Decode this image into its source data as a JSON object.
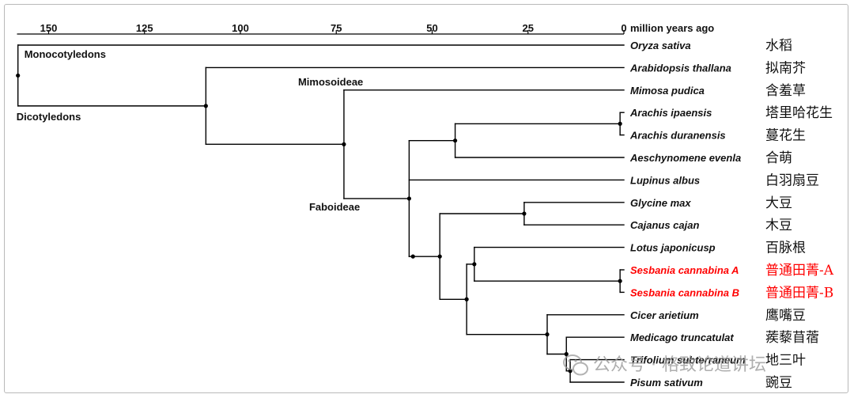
{
  "axis": {
    "ticks": [
      150,
      125,
      100,
      75,
      50,
      25,
      0
    ],
    "unit_label": "million years ago"
  },
  "clade_labels": {
    "monocot": "Monocotyledons",
    "dicot": "Dicotyledons",
    "mimosoideae": "Mimosoideae",
    "faboideae": "Faboideae"
  },
  "taxa": [
    {
      "latin": "Oryza sativa",
      "chinese": "水稻"
    },
    {
      "latin": "Arabidopsis thallana",
      "chinese": "拟南芥"
    },
    {
      "latin": "Mimosa pudica",
      "chinese": "含羞草"
    },
    {
      "latin": "Arachis ipaensis",
      "chinese": "塔里哈花生"
    },
    {
      "latin": "Arachis duranensis",
      "chinese": "蔓花生"
    },
    {
      "latin": "Aeschynomene evenla",
      "chinese": "合萌"
    },
    {
      "latin": "Lupinus albus",
      "chinese": "白羽扇豆"
    },
    {
      "latin": "Glycine max",
      "chinese": "大豆"
    },
    {
      "latin": "Cajanus cajan",
      "chinese": "木豆"
    },
    {
      "latin": "Lotus japonicusp",
      "chinese": "百脉根"
    },
    {
      "latin": "Sesbania cannabina A",
      "chinese": "普通田菁-A",
      "highlight": true
    },
    {
      "latin": "Sesbania cannabina B",
      "chinese": "普通田菁-B",
      "highlight": true
    },
    {
      "latin": "Cicer arietium",
      "chinese": "鹰嘴豆"
    },
    {
      "latin": "Medicago truncatulat",
      "chinese": "蒺藜苜蓿"
    },
    {
      "latin": "Trifolium subterraneum",
      "chinese": "地三叶"
    },
    {
      "latin": "Pisum sativum",
      "chinese": "豌豆"
    }
  ],
  "nodes_mya": {
    "root": 158,
    "dicot_split": 109,
    "papilionoid": 73,
    "core_fab": 56,
    "fab_inner": 55,
    "dalbergioid": 44,
    "arachis": 1,
    "millettioid_hologalegina": 48,
    "phaseoloid": 26,
    "robinioid_ir": 41,
    "lotus_sesbania": 39,
    "sesbania": 1,
    "irlc": 20,
    "trifolieae": 15,
    "trifolium_pisum": 14
  },
  "colors": {
    "line": "#000000",
    "text": "#111111",
    "highlight": "#ff0000",
    "watermark": "#9a9a9a"
  },
  "watermark": {
    "text": "公众号 · 格致论道讲坛"
  }
}
